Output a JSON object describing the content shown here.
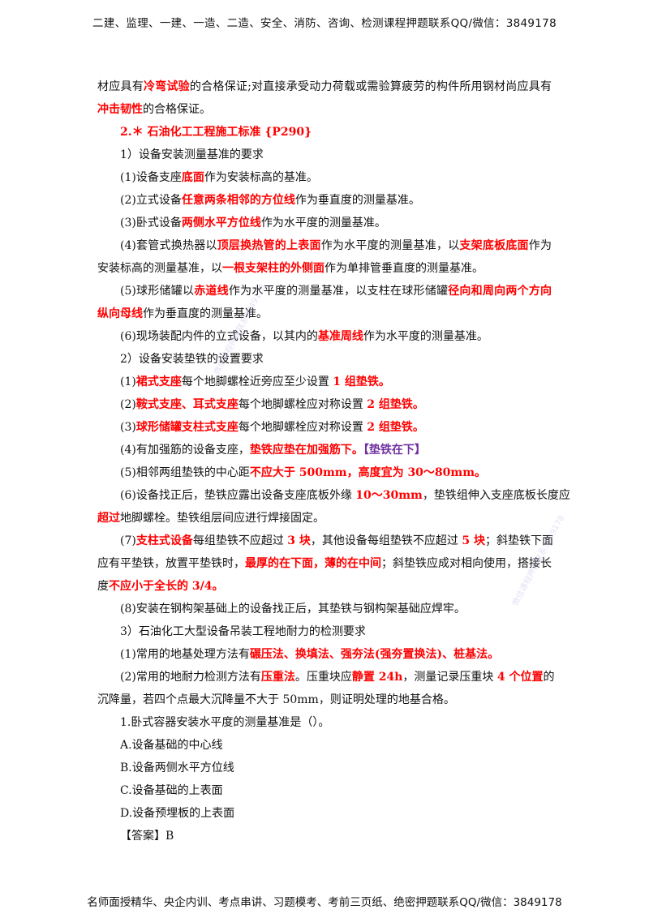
{
  "header_text": "二建、监理、一建、一造、二造、安全、消防、咨询、检测课程押题联系QQ/微信：3849178",
  "footer_text": "名师面授精华、央企内训、考点串讲、习题模考、考前三页纸、绝密押题联系QQ/微信：3849178",
  "watermark_text": "微信课程押题联系3849178",
  "lines": [
    {
      "cls": "just",
      "segs": [
        {
          "t": "材应具有"
        },
        {
          "t": "冷弯试验",
          "s": "red"
        },
        {
          "t": "的合格保证;对直接承受动力荷载或需验算疲劳的构件所用钢材尚应具有"
        }
      ]
    },
    {
      "cls": "",
      "segs": [
        {
          "t": "冲击韧性",
          "s": "red"
        },
        {
          "t": "的合格保证。"
        }
      ]
    },
    {
      "cls": "ind",
      "segs": [
        {
          "t": "2.＊ 石油化工工程施工标准 {P290}",
          "s": "red"
        }
      ]
    },
    {
      "cls": "ind",
      "segs": [
        {
          "t": "1）设备安装测量基准的要求"
        }
      ]
    },
    {
      "cls": "ind",
      "segs": [
        {
          "t": "(1)设备支座"
        },
        {
          "t": "底面",
          "s": "red"
        },
        {
          "t": "作为安装标高的基准。"
        }
      ]
    },
    {
      "cls": "ind",
      "segs": [
        {
          "t": "(2)立式设备"
        },
        {
          "t": "任意两条相邻的方位线",
          "s": "red"
        },
        {
          "t": "作为垂直度的测量基准。"
        }
      ]
    },
    {
      "cls": "ind",
      "segs": [
        {
          "t": "(3)卧式设备"
        },
        {
          "t": "两侧水平方位线",
          "s": "red"
        },
        {
          "t": "作为水平度的测量基准。"
        }
      ]
    },
    {
      "cls": "ind just",
      "segs": [
        {
          "t": "(4)套管式换热器以"
        },
        {
          "t": "顶层换热管的上表面",
          "s": "red"
        },
        {
          "t": "作为水平度的测量基准，以"
        },
        {
          "t": "支架底板底面",
          "s": "red"
        },
        {
          "t": "作为"
        }
      ]
    },
    {
      "cls": "",
      "segs": [
        {
          "t": "安装标高的测量基准，以"
        },
        {
          "t": "一根支架柱的外侧面",
          "s": "red"
        },
        {
          "t": "作为单排管垂直度的测量基准。"
        }
      ]
    },
    {
      "cls": "ind just",
      "segs": [
        {
          "t": "(5)球形储罐以"
        },
        {
          "t": "赤道线",
          "s": "red"
        },
        {
          "t": "作为水平度的测量基准，以支柱在球形储罐"
        },
        {
          "t": "径向和周向两个方向",
          "s": "red"
        }
      ]
    },
    {
      "cls": "",
      "segs": [
        {
          "t": "纵向母线",
          "s": "red"
        },
        {
          "t": "作为垂直度的测量基准。"
        }
      ]
    },
    {
      "cls": "ind",
      "segs": [
        {
          "t": "(6)现场装配内件的立式设备，以其内的"
        },
        {
          "t": "基准周线",
          "s": "red"
        },
        {
          "t": "作为水平度的测量基准。"
        }
      ]
    },
    {
      "cls": "ind",
      "segs": [
        {
          "t": "2）设备安装垫铁的设置要求"
        }
      ]
    },
    {
      "cls": "ind",
      "segs": [
        {
          "t": "(1)"
        },
        {
          "t": "裙式支座",
          "s": "red"
        },
        {
          "t": "每个地脚螺栓近旁应至少设置 "
        },
        {
          "t": "1 组垫铁。",
          "s": "red"
        }
      ]
    },
    {
      "cls": "ind",
      "segs": [
        {
          "t": "(2)"
        },
        {
          "t": "鞍式支座、耳式支座",
          "s": "red"
        },
        {
          "t": "每个地脚螺栓应对称设置 "
        },
        {
          "t": "2 组垫铁。",
          "s": "red"
        }
      ]
    },
    {
      "cls": "ind",
      "segs": [
        {
          "t": "(3)"
        },
        {
          "t": "球形储罐支柱式支座",
          "s": "red"
        },
        {
          "t": "每个地脚螺栓应对称设置 "
        },
        {
          "t": "2 组垫铁。",
          "s": "red"
        }
      ]
    },
    {
      "cls": "ind",
      "segs": [
        {
          "t": "(4)有加强筋的设备支座，"
        },
        {
          "t": "垫铁应垫在加强筋下。",
          "s": "red"
        },
        {
          "t": "【垫铁在下】",
          "s": "purple"
        }
      ]
    },
    {
      "cls": "ind",
      "segs": [
        {
          "t": "(5)相邻两组垫铁的中心距"
        },
        {
          "t": "不应大于 500mm，高度宜为 30～80mm。",
          "s": "red"
        }
      ]
    },
    {
      "cls": "ind just",
      "segs": [
        {
          "t": "(6)设备找正后，垫铁应露出设备支座底板外缘 "
        },
        {
          "t": "10～30mm",
          "s": "red"
        },
        {
          "t": "，垫铁组伸入支座底板长度应"
        }
      ]
    },
    {
      "cls": "",
      "segs": [
        {
          "t": "超过",
          "s": "red"
        },
        {
          "t": "地脚螺栓。垫铁组层间应进行焊接固定。"
        }
      ]
    },
    {
      "cls": "ind just",
      "segs": [
        {
          "t": "(7)"
        },
        {
          "t": "支柱式设备",
          "s": "red"
        },
        {
          "t": "每组垫铁不应超过 "
        },
        {
          "t": "3 块",
          "s": "red"
        },
        {
          "t": "，其他设备每组垫铁不应超过 "
        },
        {
          "t": "5 块",
          "s": "red"
        },
        {
          "t": "；斜垫铁下面"
        }
      ]
    },
    {
      "cls": "just",
      "segs": [
        {
          "t": "应有平垫铁，放置平垫铁时，"
        },
        {
          "t": "最厚的在下面，薄的在中间",
          "s": "red"
        },
        {
          "t": "；斜垫铁应成对相向使用，搭接长"
        }
      ]
    },
    {
      "cls": "",
      "segs": [
        {
          "t": "度"
        },
        {
          "t": "不应小于全长的 3/4。",
          "s": "red"
        }
      ]
    },
    {
      "cls": "ind",
      "segs": [
        {
          "t": "(8)安装在钢构架基础上的设备找正后，其垫铁与钢构架基础应焊牢。"
        }
      ]
    },
    {
      "cls": "ind",
      "segs": [
        {
          "t": "3）石油化工大型设备吊装工程地耐力的检测要求"
        }
      ]
    },
    {
      "cls": "ind",
      "segs": [
        {
          "t": "(1)常用的地基处理方法有"
        },
        {
          "t": "碾压法、换填法、强夯法(强夯置换法)、桩基法。",
          "s": "red"
        }
      ]
    },
    {
      "cls": "ind just",
      "segs": [
        {
          "t": "(2)常用的地耐力检测方法有"
        },
        {
          "t": "压重法",
          "s": "red"
        },
        {
          "t": "。压重块应"
        },
        {
          "t": "静置 24h",
          "s": "red"
        },
        {
          "t": "，测量记录压重块 "
        },
        {
          "t": "4 个位置",
          "s": "red"
        },
        {
          "t": "的"
        }
      ]
    },
    {
      "cls": "",
      "segs": [
        {
          "t": "沉降量，若四个点最大沉降量不大于 50mm，则证明处理的地基合格。"
        }
      ]
    },
    {
      "cls": "ind",
      "segs": [
        {
          "t": "1.卧式容器安装水平度的测量基准是（）。"
        }
      ]
    },
    {
      "cls": "ind",
      "segs": [
        {
          "t": "A.设备基础的中心线"
        }
      ]
    },
    {
      "cls": "ind",
      "segs": [
        {
          "t": "B.设备两侧水平方位线"
        }
      ]
    },
    {
      "cls": "ind",
      "segs": [
        {
          "t": "C.设备基础的上表面"
        }
      ]
    },
    {
      "cls": "ind",
      "segs": [
        {
          "t": "D.设备预埋板的上表面"
        }
      ]
    },
    {
      "cls": "ind",
      "segs": [
        {
          "t": "【答案】B"
        }
      ]
    }
  ]
}
